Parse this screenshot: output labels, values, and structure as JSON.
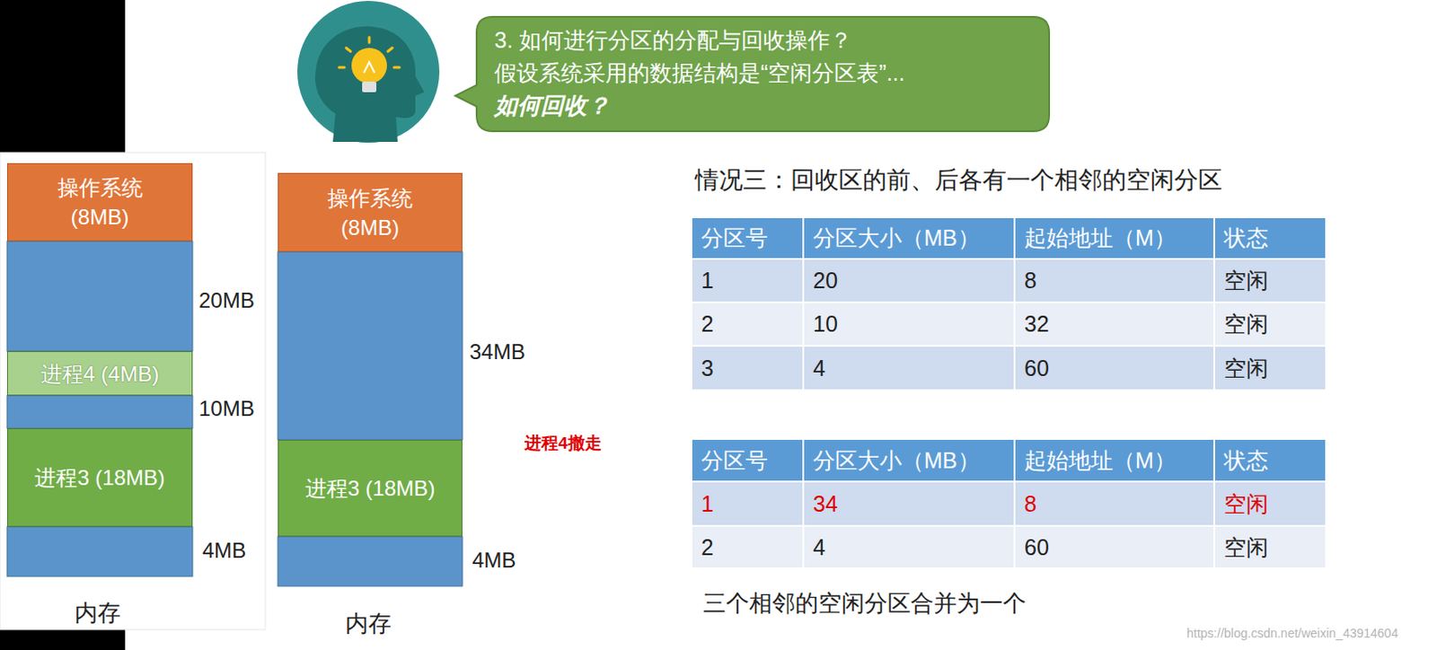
{
  "diagram": {
    "nodes": [
      {
        "text": [
          "3. 如何进行分区的分配与回收操作？",
          "假设系统采用的数据结构是“空闲分区表”...",
          "如何回收？"
        ]
      },
      {
        "text": [
          "操作系统 (8MB)"
        ]
      },
      {
        "text": [
          "进程4 (4MB)"
        ]
      },
      {
        "text": [
          "进程3 (18MB)"
        ]
      },
      {
        "text": [
          "操作系统 (8MB)"
        ]
      },
      {
        "text": [
          "进程3 (18MB)"
        ]
      }
    ],
    "labels": [
      "20MB",
      "10MB",
      "4MB",
      "内存",
      "34MB",
      "4MB",
      "内存",
      "进程4撤走",
      "情况三：回收区的前、后各有一个相邻的空闲分区",
      "分区号",
      "分区大小（MB）",
      "起始地址（M）",
      "状态",
      "1",
      "20",
      "8",
      "空闲",
      "2",
      "10",
      "32",
      "空闲",
      "3",
      "4",
      "60",
      "空闲",
      "分区号",
      "分区大小（MB）",
      "起始地址（M）",
      "状态",
      "1",
      "34",
      "8",
      "空闲",
      "2",
      "4",
      "60",
      "空闲",
      "三个相邻的空闲分区合并为一个",
      "https://blog.csdn.net/weixin_43914604"
    ]
  }
}
